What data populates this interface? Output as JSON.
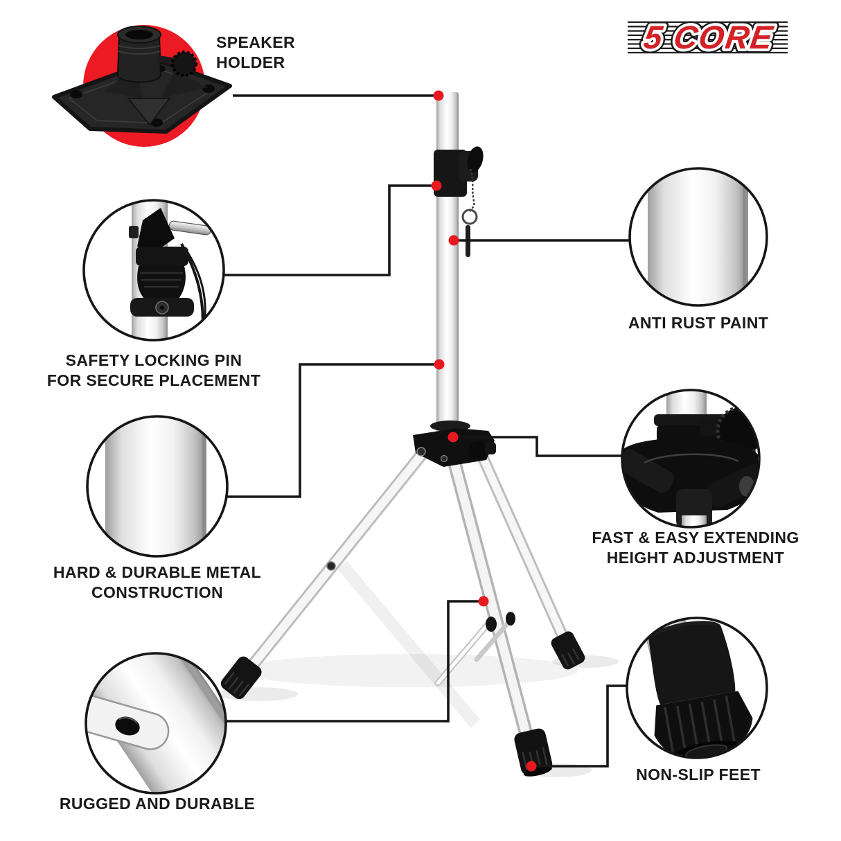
{
  "brand": {
    "logo_text": "5 CORE"
  },
  "colors": {
    "accent_red_circle": "#ec1b23",
    "marker_dot_red": "#e8191f",
    "leader_line_black": "#161616",
    "label_text_black": "#1a1a1a",
    "logo_red": "#d42127",
    "pole_silver": "#e8e8e8"
  },
  "callouts": {
    "speaker_holder": {
      "lines": [
        "SPEAKER",
        "HOLDER"
      ]
    },
    "safety_pin": {
      "lines": [
        "SAFETY LOCKING PIN",
        "FOR SECURE PLACEMENT"
      ]
    },
    "hard_metal": {
      "lines": [
        "HARD & DURABLE METAL",
        "CONSTRUCTION"
      ]
    },
    "anti_rust": {
      "label": "ANTI RUST PAINT"
    },
    "height_adjust": {
      "lines": [
        "FAST & EASY EXTENDING",
        "HEIGHT ADJUSTMENT"
      ]
    },
    "rugged": {
      "label": "RUGGED AND DURABLE"
    },
    "non_slip": {
      "label": "NON-SLIP FEET"
    }
  }
}
